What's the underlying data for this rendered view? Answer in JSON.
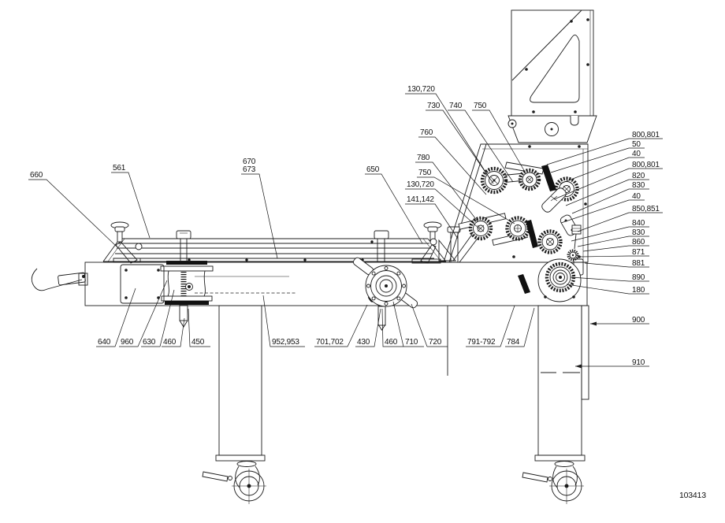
{
  "drawing_number": "103413",
  "colors": {
    "ink": "#1c1c1c",
    "background": "#ffffff"
  },
  "callouts": {
    "top": [
      "130,720",
      "730",
      "740",
      "750",
      "760",
      "780",
      "750",
      "130,720",
      "141,142"
    ],
    "left": [
      "660",
      "561",
      "670",
      "673",
      "650"
    ],
    "bottom": [
      "640",
      "960",
      "630",
      "460",
      "450",
      "952,953",
      "701,702",
      "430",
      "460",
      "710",
      "720",
      "791-792",
      "784"
    ],
    "right": [
      "800,801",
      "50",
      "40",
      "800,801",
      "820",
      "830",
      "40",
      "850,851",
      "840",
      "830",
      "860",
      "871",
      "881",
      "890",
      "180",
      "900",
      "910"
    ]
  }
}
